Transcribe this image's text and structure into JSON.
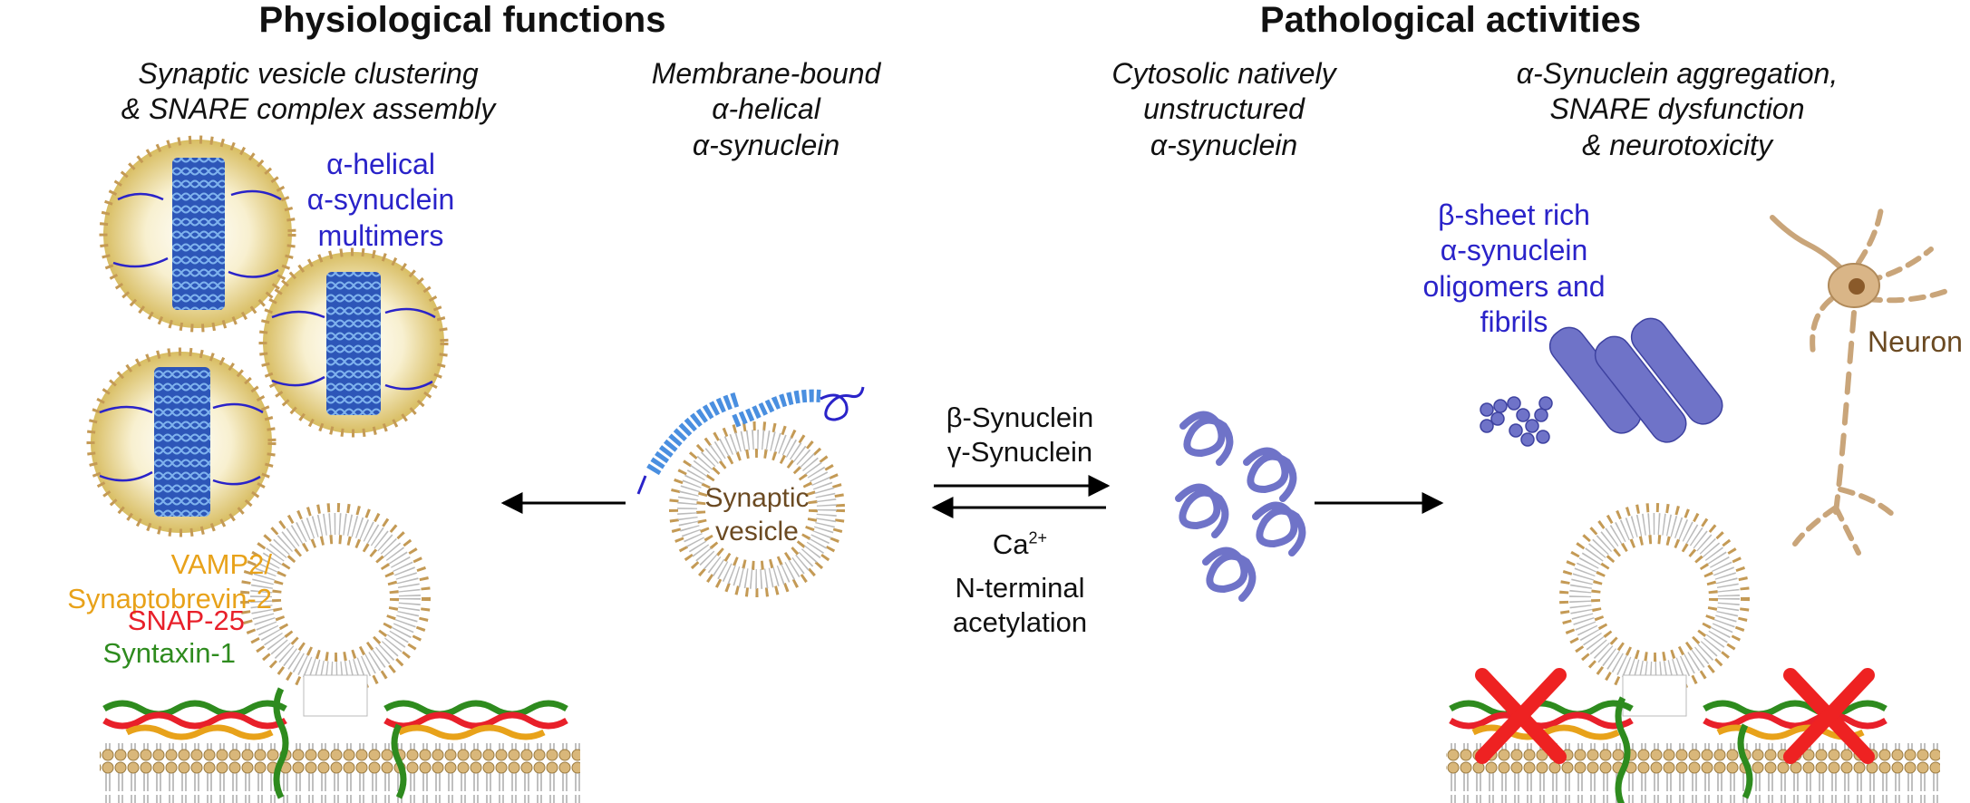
{
  "headings": {
    "left": "Physiological functions",
    "right": "Pathological activities"
  },
  "columns": {
    "clustering": [
      "Synaptic vesicle clustering",
      "& SNARE complex assembly"
    ],
    "membrane_bound": [
      "Membrane-bound",
      "α-helical",
      "α-synuclein"
    ],
    "cytosolic": [
      "Cytosolic natively",
      "unstructured",
      "α-synuclein"
    ],
    "aggregation": [
      "α-Synuclein aggregation,",
      "SNARE dysfunction",
      "& neurotoxicity"
    ]
  },
  "annotations": {
    "multimers": [
      "α-helical",
      "α-synuclein",
      "multimers"
    ],
    "oligomers": [
      "β-sheet rich",
      "α-synuclein",
      "oligomers and",
      "fibrils"
    ],
    "neuron": "Neuron",
    "vesicle": [
      "Synaptic",
      "vesicle"
    ]
  },
  "snare_legend": {
    "vamp": [
      "VAMP2/",
      "Synaptobrevin-2"
    ],
    "snap": "SNAP-25",
    "syntaxin": "Syntaxin-1"
  },
  "equilibrium": {
    "forward": [
      "β-Synuclein",
      "γ-Synuclein"
    ],
    "reverse": [
      "N-terminal",
      "acetylation"
    ]
  },
  "colors": {
    "vamp": "#e8a21a",
    "snap": "#e8202a",
    "syntaxin": "#2e8b1e",
    "protein_blue": "#2a23c9",
    "lipid_head": "#d9b77a",
    "vesicle_fill": "#e6d086",
    "oligomer": "#6f73c8",
    "neuron": "#c9a57a",
    "x_mark": "#ee2222"
  }
}
